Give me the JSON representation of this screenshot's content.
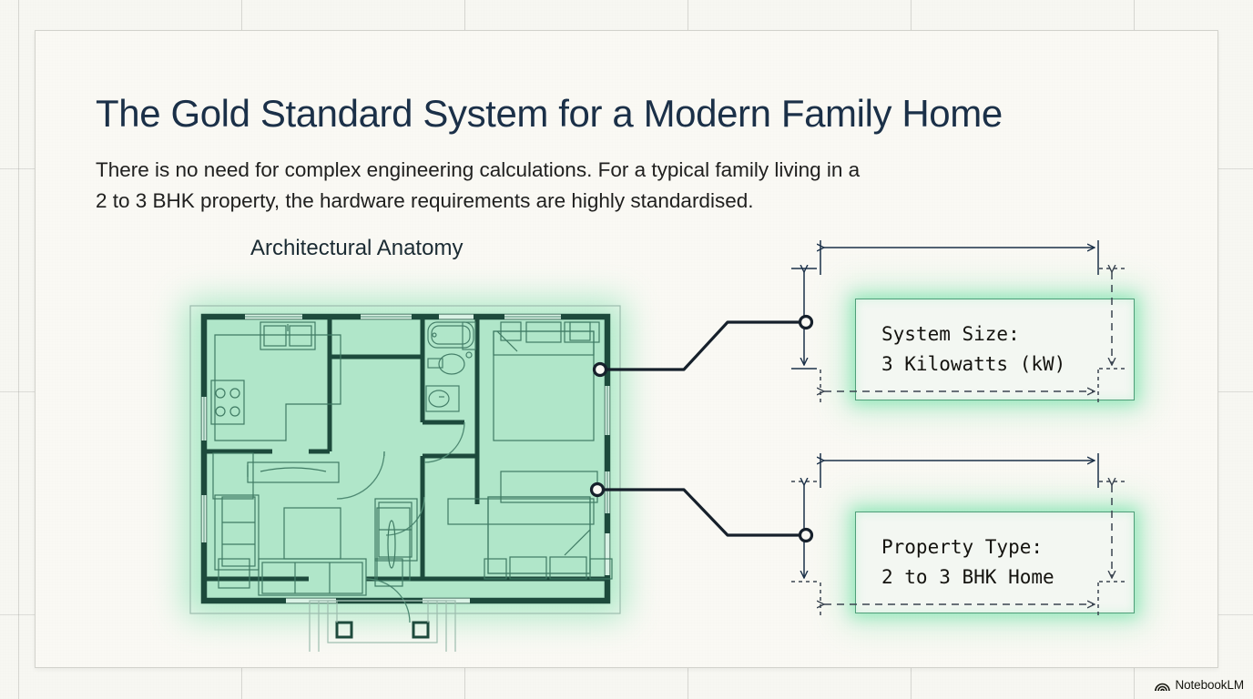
{
  "slide": {
    "title": "The Gold Standard System for a Modern Family Home",
    "subtitle_line1": "There is no need for complex engineering calculations. For a typical family living in a",
    "subtitle_line2": "2 to 3 BHK property, the hardware requirements are highly standardised."
  },
  "diagram": {
    "caption": "Architectural Anatomy",
    "callouts": [
      {
        "line1": "System Size:",
        "line2": "3 Kilowatts (kW)"
      },
      {
        "line1": "Property Type:",
        "line2": "2 to 3 BHK Home"
      }
    ]
  },
  "footer": {
    "brand": "NotebookLM",
    "logo_icon": "notebooklm-spiral-icon"
  },
  "colors": {
    "page_background": "#f7f7f2",
    "card_background": "#faf9f4",
    "title_text": "#1b3048",
    "body_text": "#20201f",
    "plan_fill": "#b0e6c9",
    "plan_glow": "#8ee3b6",
    "callout_border": "#4f9e79",
    "dimension_line": "#1b3048"
  }
}
